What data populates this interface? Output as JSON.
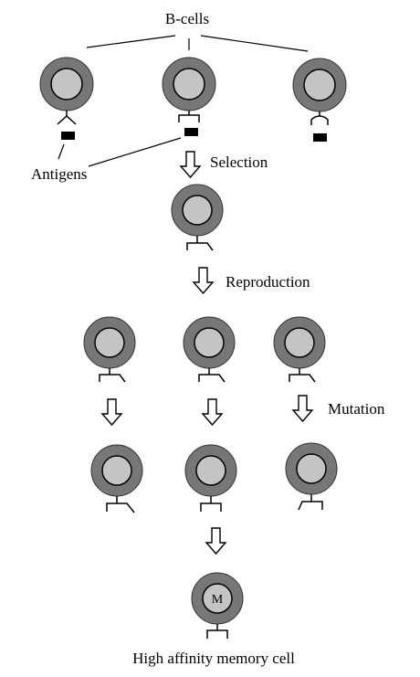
{
  "labels": {
    "b_cells": "B-cells",
    "antigens": "Antigens",
    "selection": "Selection",
    "reproduction": "Reproduction",
    "mutation": "Mutation",
    "memory_mark": "M",
    "caption": "High affinity memory cell"
  },
  "colors": {
    "outer_ring": "#777777",
    "nucleus": "#c4c4c4",
    "antigen": "#000000",
    "stroke": "#000000"
  }
}
